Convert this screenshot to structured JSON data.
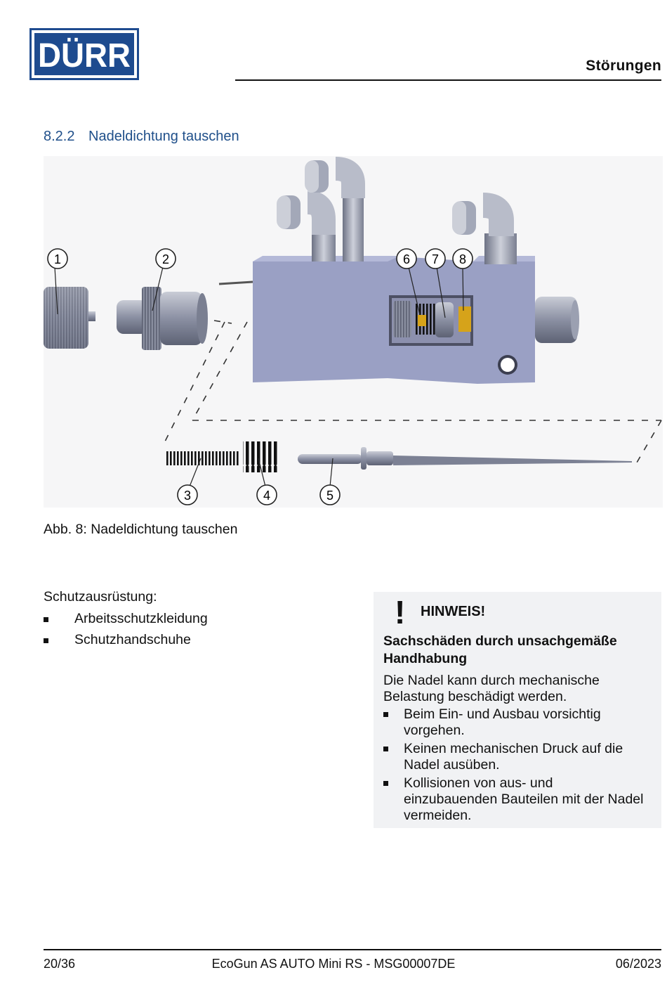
{
  "header": {
    "brand": "DÜRR",
    "section_title": "Störungen"
  },
  "section": {
    "number": "8.2.2",
    "title": "Nadeldichtung tauschen"
  },
  "figure": {
    "callouts": [
      "1",
      "2",
      "3",
      "4",
      "5",
      "6",
      "7",
      "8"
    ],
    "caption": "Abb. 8: Nadeldichtung tauschen"
  },
  "ppe": {
    "title": "Schutzausrüstung:",
    "items": [
      "Arbeitsschutzkleidung",
      "Schutzhandschuhe"
    ]
  },
  "notice": {
    "icon": "exclamation-icon",
    "signal_word": "HINWEIS!",
    "hazard": "Sachschäden durch unsachgemäße Handhabung",
    "description": "Die Nadel kann durch mechanische Belastung beschädigt werden.",
    "measures": [
      "Beim Ein- und Ausbau vorsichtig vorgehen.",
      "Keinen mechanischen Druck auf die Nadel ausüben.",
      "Kollisionen von aus- und einzubauenden Bauteilen mit der Nadel vermeiden."
    ],
    "background": "#f1f2f4"
  },
  "footer": {
    "page": "20/36",
    "document": "EcoGun AS AUTO Mini RS - MSG00007DE",
    "date": "06/2023"
  },
  "colors": {
    "brand_blue": "#1e4b8f",
    "heading_blue": "#1f4f8a",
    "block_body": "#9aa0c4",
    "seal_gold": "#d6a31a"
  }
}
